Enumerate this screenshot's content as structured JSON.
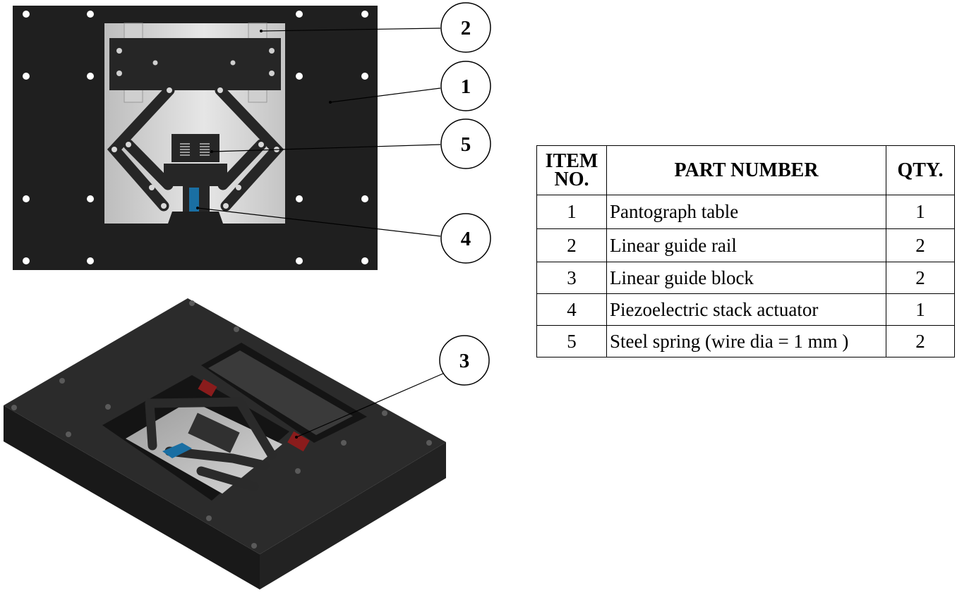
{
  "callouts": [
    {
      "number": "2",
      "part": "Linear guide rail"
    },
    {
      "number": "1",
      "part": "Pantograph table"
    },
    {
      "number": "5",
      "part": "Steel spring"
    },
    {
      "number": "4",
      "part": "Piezoelectric stack actuator"
    },
    {
      "number": "3",
      "part": "Linear guide block"
    }
  ],
  "bom": {
    "headers": {
      "item": "ITEM NO.",
      "part": "PART NUMBER",
      "qty": "QTY."
    },
    "rows": [
      {
        "item": "1",
        "part": "Pantograph table",
        "qty": "1"
      },
      {
        "item": "2",
        "part": "Linear guide rail",
        "qty": "2"
      },
      {
        "item": "3",
        "part": "Linear guide block",
        "qty": "2"
      },
      {
        "item": "4",
        "part": "Piezoelectric stack actuator",
        "qty": "1"
      },
      {
        "item": "5",
        "part": "Steel spring (wire dia = 1 mm )",
        "qty": "2"
      }
    ]
  },
  "colors": {
    "base_plate": "#1f1f1f",
    "table_plate": "#d4d4d4",
    "actuator": "#1a6fa3",
    "guide_block": "#8a1c1c",
    "leader": "#000000"
  }
}
